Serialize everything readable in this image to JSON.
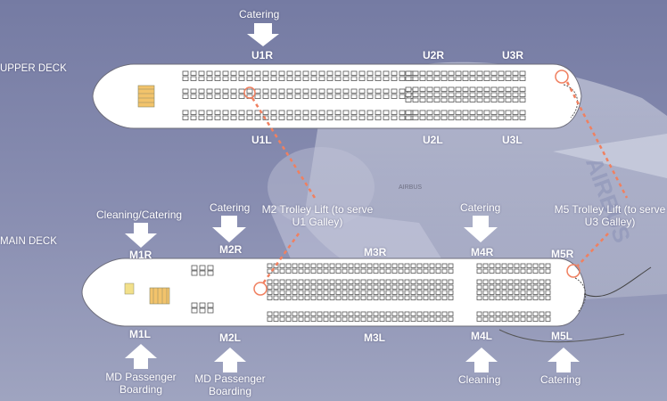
{
  "decks": {
    "upper": "UPPER DECK",
    "main": "MAIN DECK"
  },
  "upper_doors": {
    "u1r": "U1R",
    "u2r": "U2R",
    "u3r": "U3R",
    "u1l": "U1L",
    "u2l": "U2L",
    "u3l": "U3L"
  },
  "main_doors": {
    "m1r": "M1R",
    "m2r": "M2R",
    "m3r": "M3R",
    "m4r": "M4R",
    "m5r": "M5R",
    "m1l": "M1L",
    "m2l": "M2L",
    "m3l": "M3L",
    "m4l": "M4L",
    "m5l": "M5L"
  },
  "services": {
    "catering_u1": "Catering",
    "cleaning_catering_m1": "Cleaning/Catering",
    "catering_m2": "Catering",
    "catering_m4": "Catering",
    "md_boarding_m1": "MD Passenger Boarding",
    "md_boarding_m2": "MD Passenger Boarding",
    "cleaning_m4": "Cleaning",
    "catering_m5": "Catering"
  },
  "callouts": {
    "m2_lift": "M2 Trolley Lift (to serve U1 Galley)",
    "m5_lift": "M5 Trolley Lift (to serve U3 Galley)"
  },
  "background": {
    "airline_text": "AIRBUS",
    "tail_text": "AIRBUS"
  },
  "colors": {
    "background": "#7b80a6",
    "arrow": "#ffffff",
    "callout_line": "#f08060",
    "lift_marker": "#f08060"
  }
}
